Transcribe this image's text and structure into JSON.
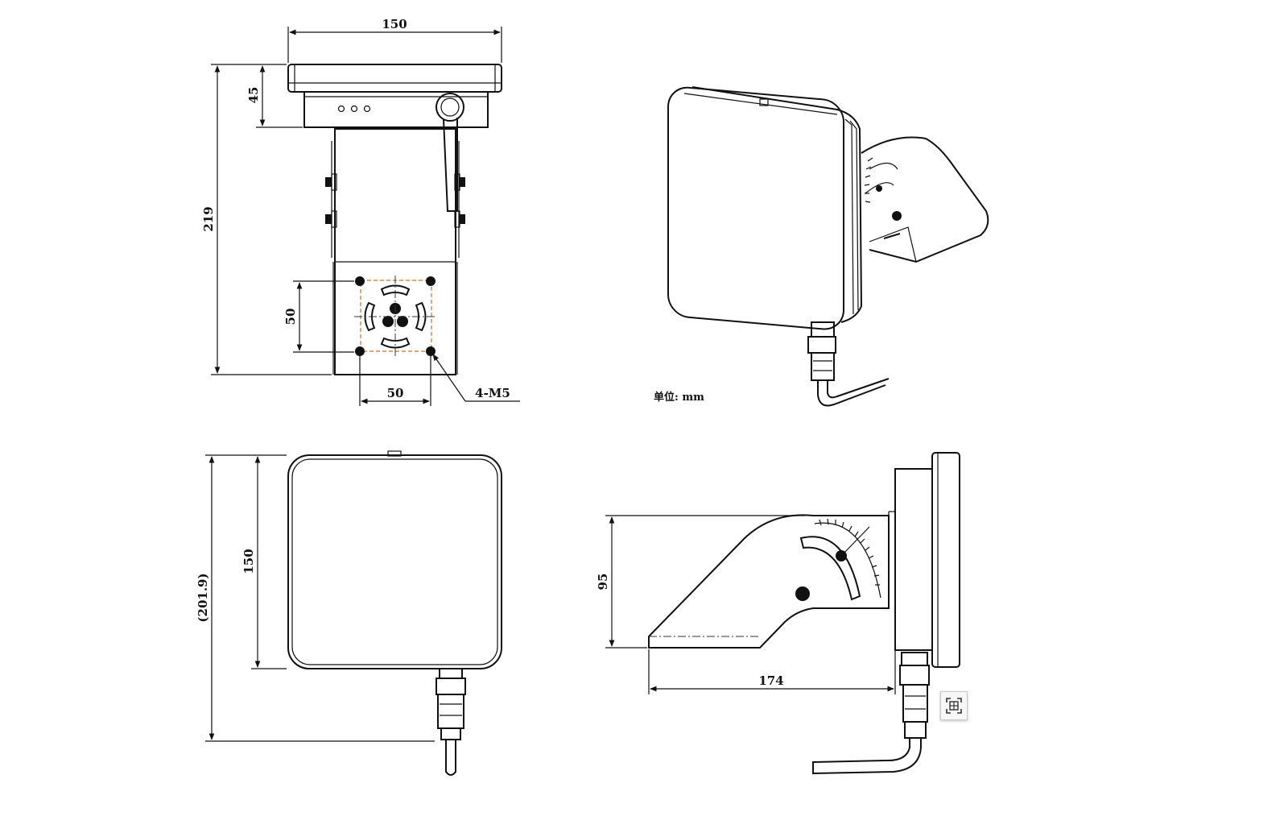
{
  "top_view": {
    "width_dim": "150",
    "height_dim": "45",
    "total_dim": "219",
    "hole_v_dim": "50",
    "hole_h_dim": "50",
    "hole_note": "4-M5"
  },
  "iso_view": {
    "unit_label": "单位: mm"
  },
  "front_view": {
    "height_dim": "150",
    "total_dim": "(201.9)"
  },
  "side_view": {
    "height_dim": "95",
    "length_dim": "174"
  },
  "toolbar": {
    "expand_icon": "expand-image-icon"
  }
}
